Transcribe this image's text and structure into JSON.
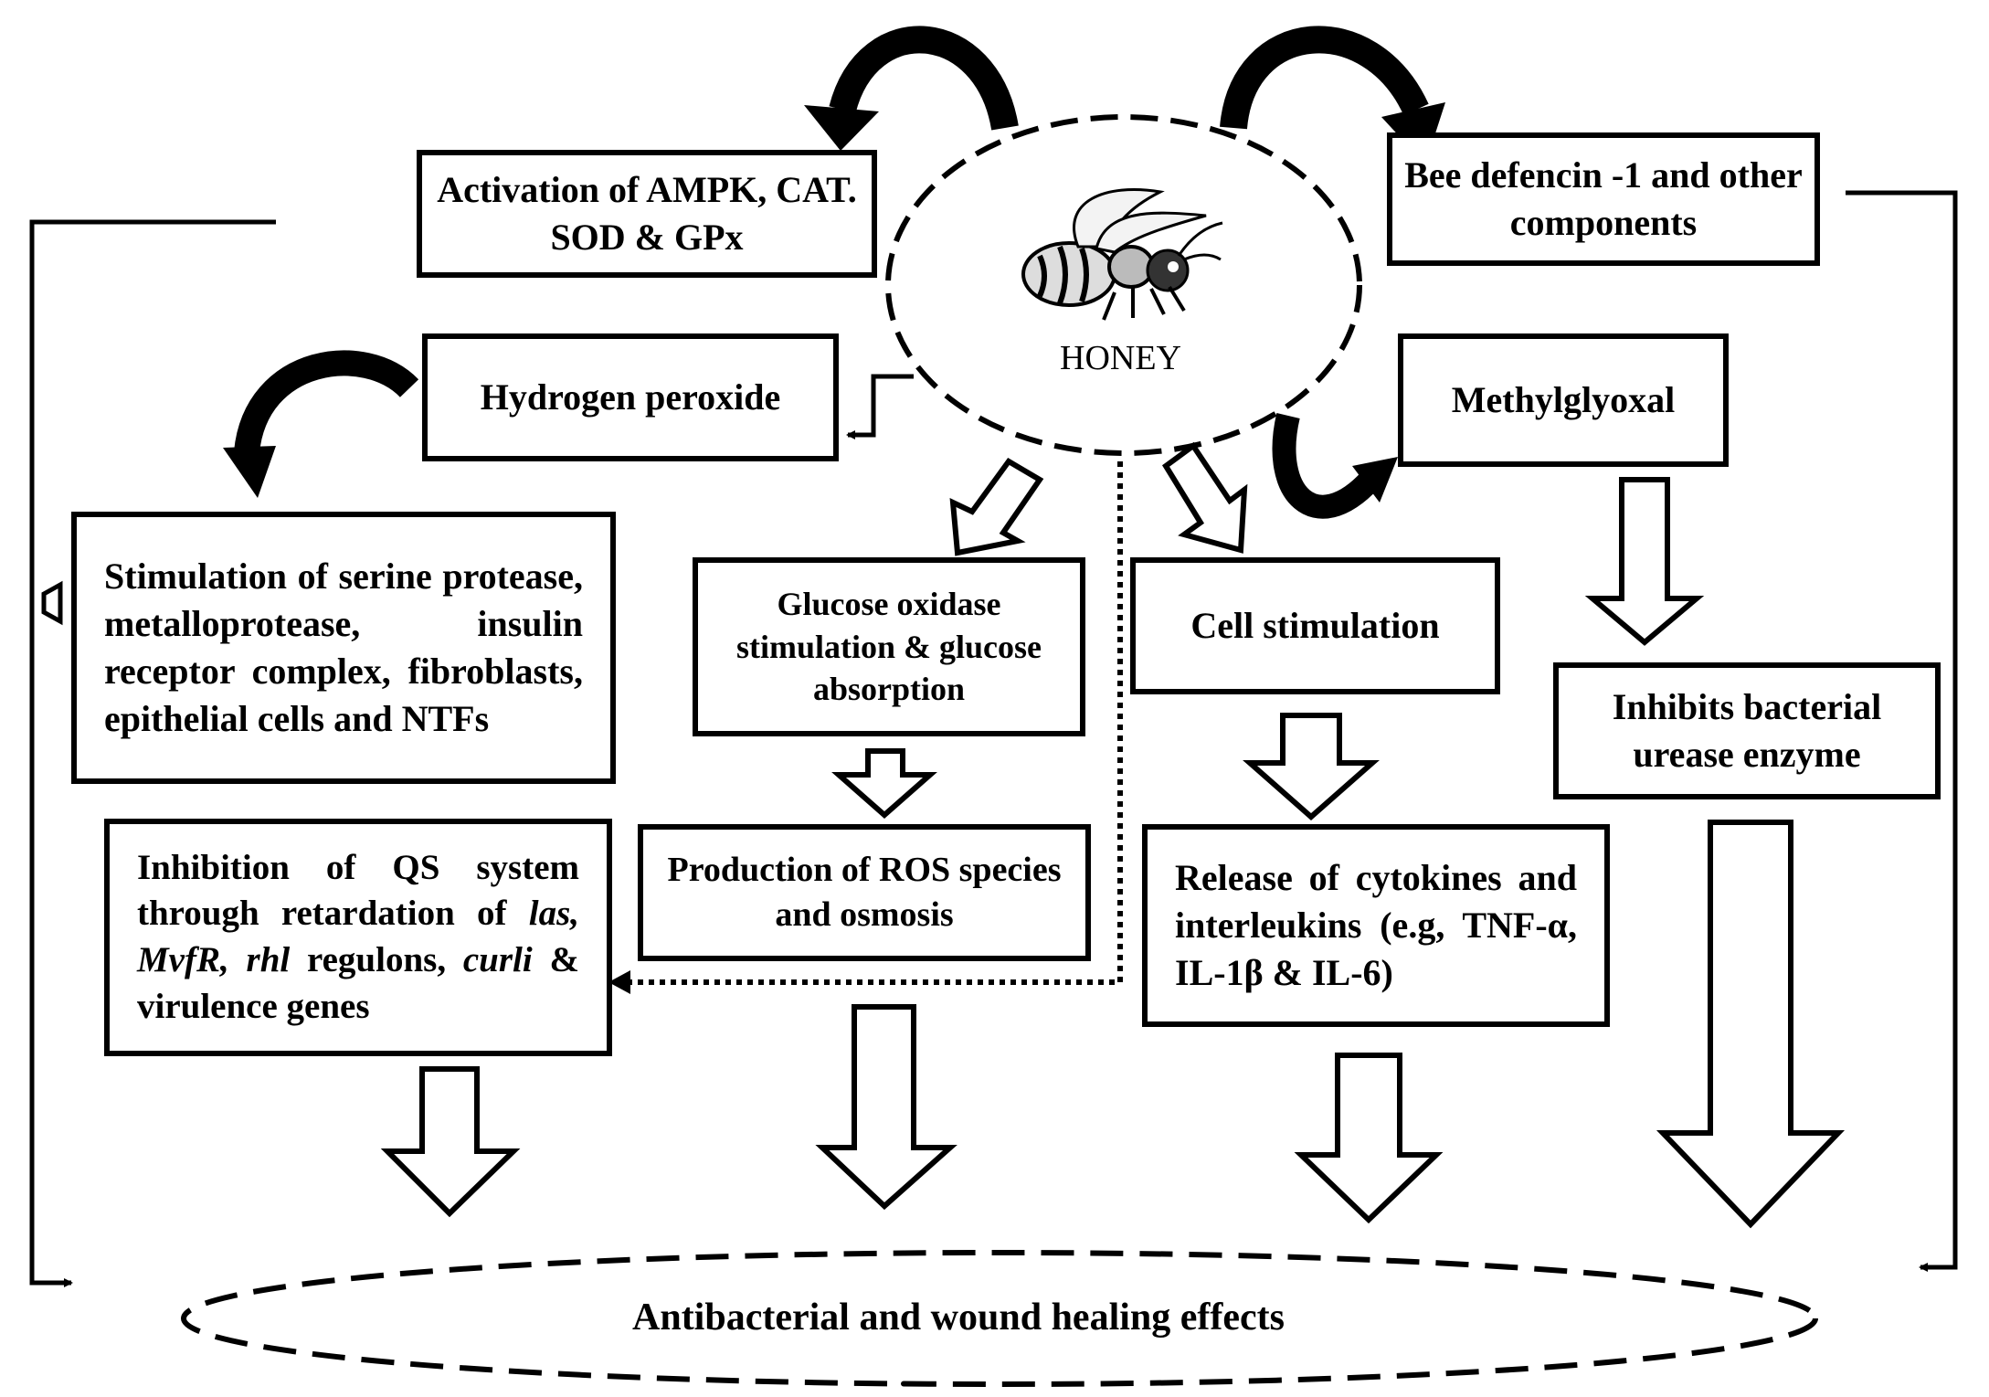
{
  "center": {
    "label": "HONEY",
    "icon": "bee-icon"
  },
  "boxes": {
    "ampk": "Activation of AMPK, CAT. SOD & GPx",
    "defencin": "Bee defencin -1 and other components",
    "h2o2": "Hydrogen peroxide",
    "methylglyoxal": "Methylglyoxal",
    "serine": "Stimulation of serine protease, metalloprotease, insulin receptor complex, fibroblasts, epithelial cells and NTFs",
    "glucose": "Glucose oxidase stimulation & glucose absorption",
    "cell": "Cell stimulation",
    "urease": "Inhibits bacterial urease enzyme",
    "qs": {
      "line1": "Inhibition of QS system through retardation of",
      "las": "las,",
      "mvfr": "MvfR,",
      "rhl": "rhl",
      "regulons": "regulons,",
      "curli": "curli",
      "rest": "& virulence genes"
    },
    "ros": "Production of ROS species and osmosis",
    "cytokines": "Release of cytokines and interleukins (e.g, TNF-α, IL-1β & IL-6)"
  },
  "outcome": "Antibacterial and wound healing effects"
}
